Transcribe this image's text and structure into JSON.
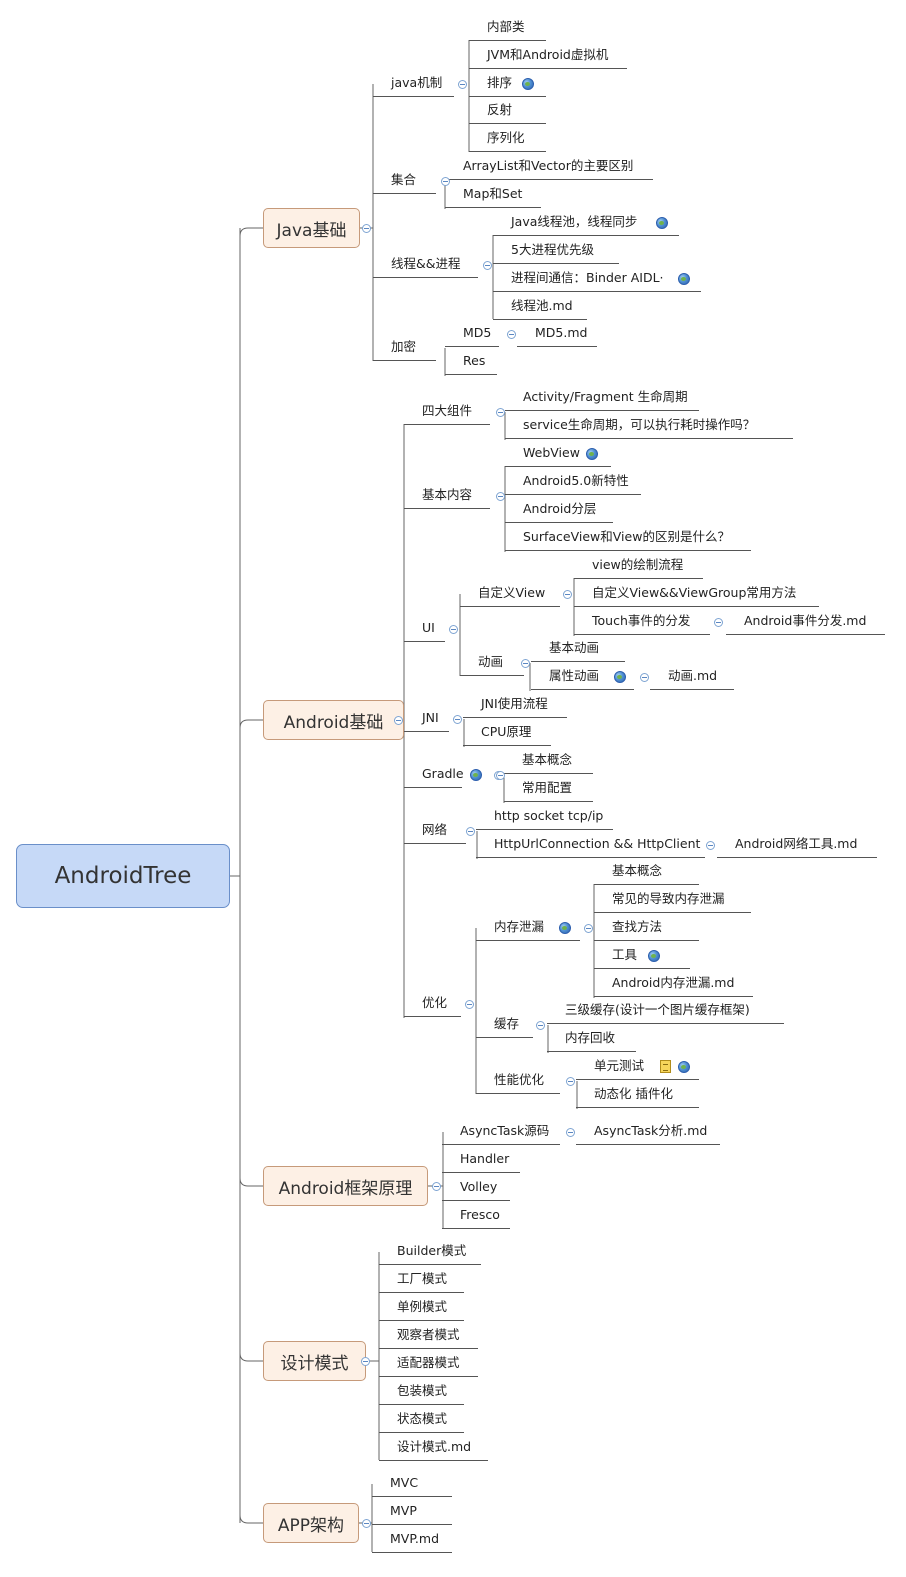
{
  "root": {
    "label": "AndroidTree"
  },
  "branches": [
    {
      "key": "java",
      "label": "Java基础",
      "groups": [
        {
          "label": "java机制",
          "items": [
            "内部类",
            "JVM和Android虚拟机",
            "排序",
            "反射",
            "序列化"
          ]
        },
        {
          "label": "集合",
          "items": [
            "ArrayList和Vector的主要区别",
            "Map和Set"
          ]
        },
        {
          "label": "线程&&进程",
          "items": [
            "Java线程池，线程同步",
            "5大进程优先级",
            "进程间通信：Binder AIDL·",
            "线程池.md"
          ]
        },
        {
          "label": "加密",
          "items": [
            "MD5",
            "MD5.md",
            "Res"
          ]
        }
      ]
    },
    {
      "key": "android",
      "label": "Android基础",
      "groups": [
        {
          "label": "四大组件",
          "items": [
            "Activity/Fragment 生命周期",
            "service生命周期，可以执行耗时操作吗？"
          ]
        },
        {
          "label": "基本内容",
          "items": [
            "WebView",
            "Android5.0新特性",
            "Android分层",
            "SurfaceView和View的区别是什么？"
          ]
        },
        {
          "label": "UI",
          "subgroups": [
            {
              "label": "自定义View",
              "items": [
                "view的绘制流程",
                "自定义View&&ViewGroup常用方法",
                "Touch事件的分发",
                "Android事件分发.md"
              ]
            },
            {
              "label": "动画",
              "items": [
                "基本动画",
                "属性动画",
                "动画.md"
              ]
            }
          ]
        },
        {
          "label": "JNI",
          "items": [
            "JNI使用流程",
            "CPU原理"
          ]
        },
        {
          "label": "Gradle",
          "items": [
            "基本概念",
            "常用配置"
          ]
        },
        {
          "label": "网络",
          "items": [
            "http socket tcp/ip",
            "HttpUrlConnection && HttpClient",
            "Android网络工具.md"
          ]
        },
        {
          "label": "优化",
          "subgroups": [
            {
              "label": "内存泄漏",
              "items": [
                "基本概念",
                "常见的导致内存泄漏",
                "查找方法",
                "工具",
                "Android内存泄漏.md"
              ]
            },
            {
              "label": "缓存",
              "items": [
                "三级缓存(设计一个图片缓存框架)",
                "内存回收"
              ]
            },
            {
              "label": "性能优化",
              "items": [
                "单元测试",
                "动态化 插件化"
              ]
            }
          ]
        }
      ]
    },
    {
      "key": "framework",
      "label": "Android框架原理",
      "items": [
        "AsyncTask源码",
        "AsyncTask分析.md",
        "Handler",
        "Volley",
        "Fresco"
      ]
    },
    {
      "key": "patterns",
      "label": "设计模式",
      "items": [
        "Builder模式",
        "工厂模式",
        "单例模式",
        "观察者模式",
        "适配器模式",
        "包装模式",
        "状态模式",
        "设计模式.md"
      ]
    },
    {
      "key": "arch",
      "label": "APP架构",
      "items": [
        "MVC",
        "MVP",
        "MVP.md"
      ]
    }
  ]
}
